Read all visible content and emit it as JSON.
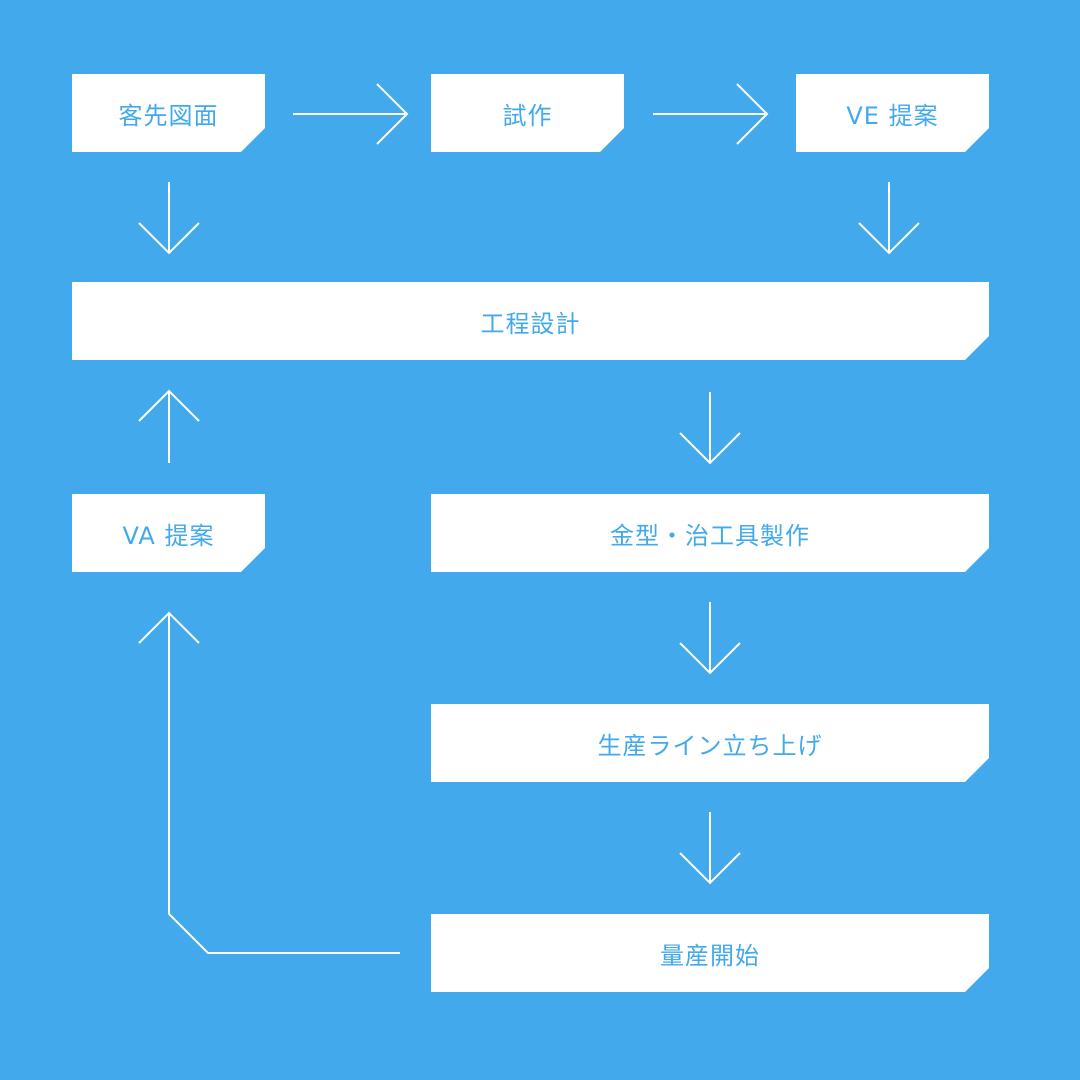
{
  "diagram": {
    "background_color": "#42A9EC",
    "box_color": "#FFFFFF",
    "text_color": "#42A9EC",
    "nodes": {
      "customer_drawing": "客先図面",
      "prototype": "試作",
      "ve_proposal": "VE 提案",
      "process_design": "工程設計",
      "va_proposal": "VA 提案",
      "mold_jig": "金型・治工具製作",
      "line_startup": "生産ライン立ち上げ",
      "mass_production": "量産開始"
    }
  }
}
